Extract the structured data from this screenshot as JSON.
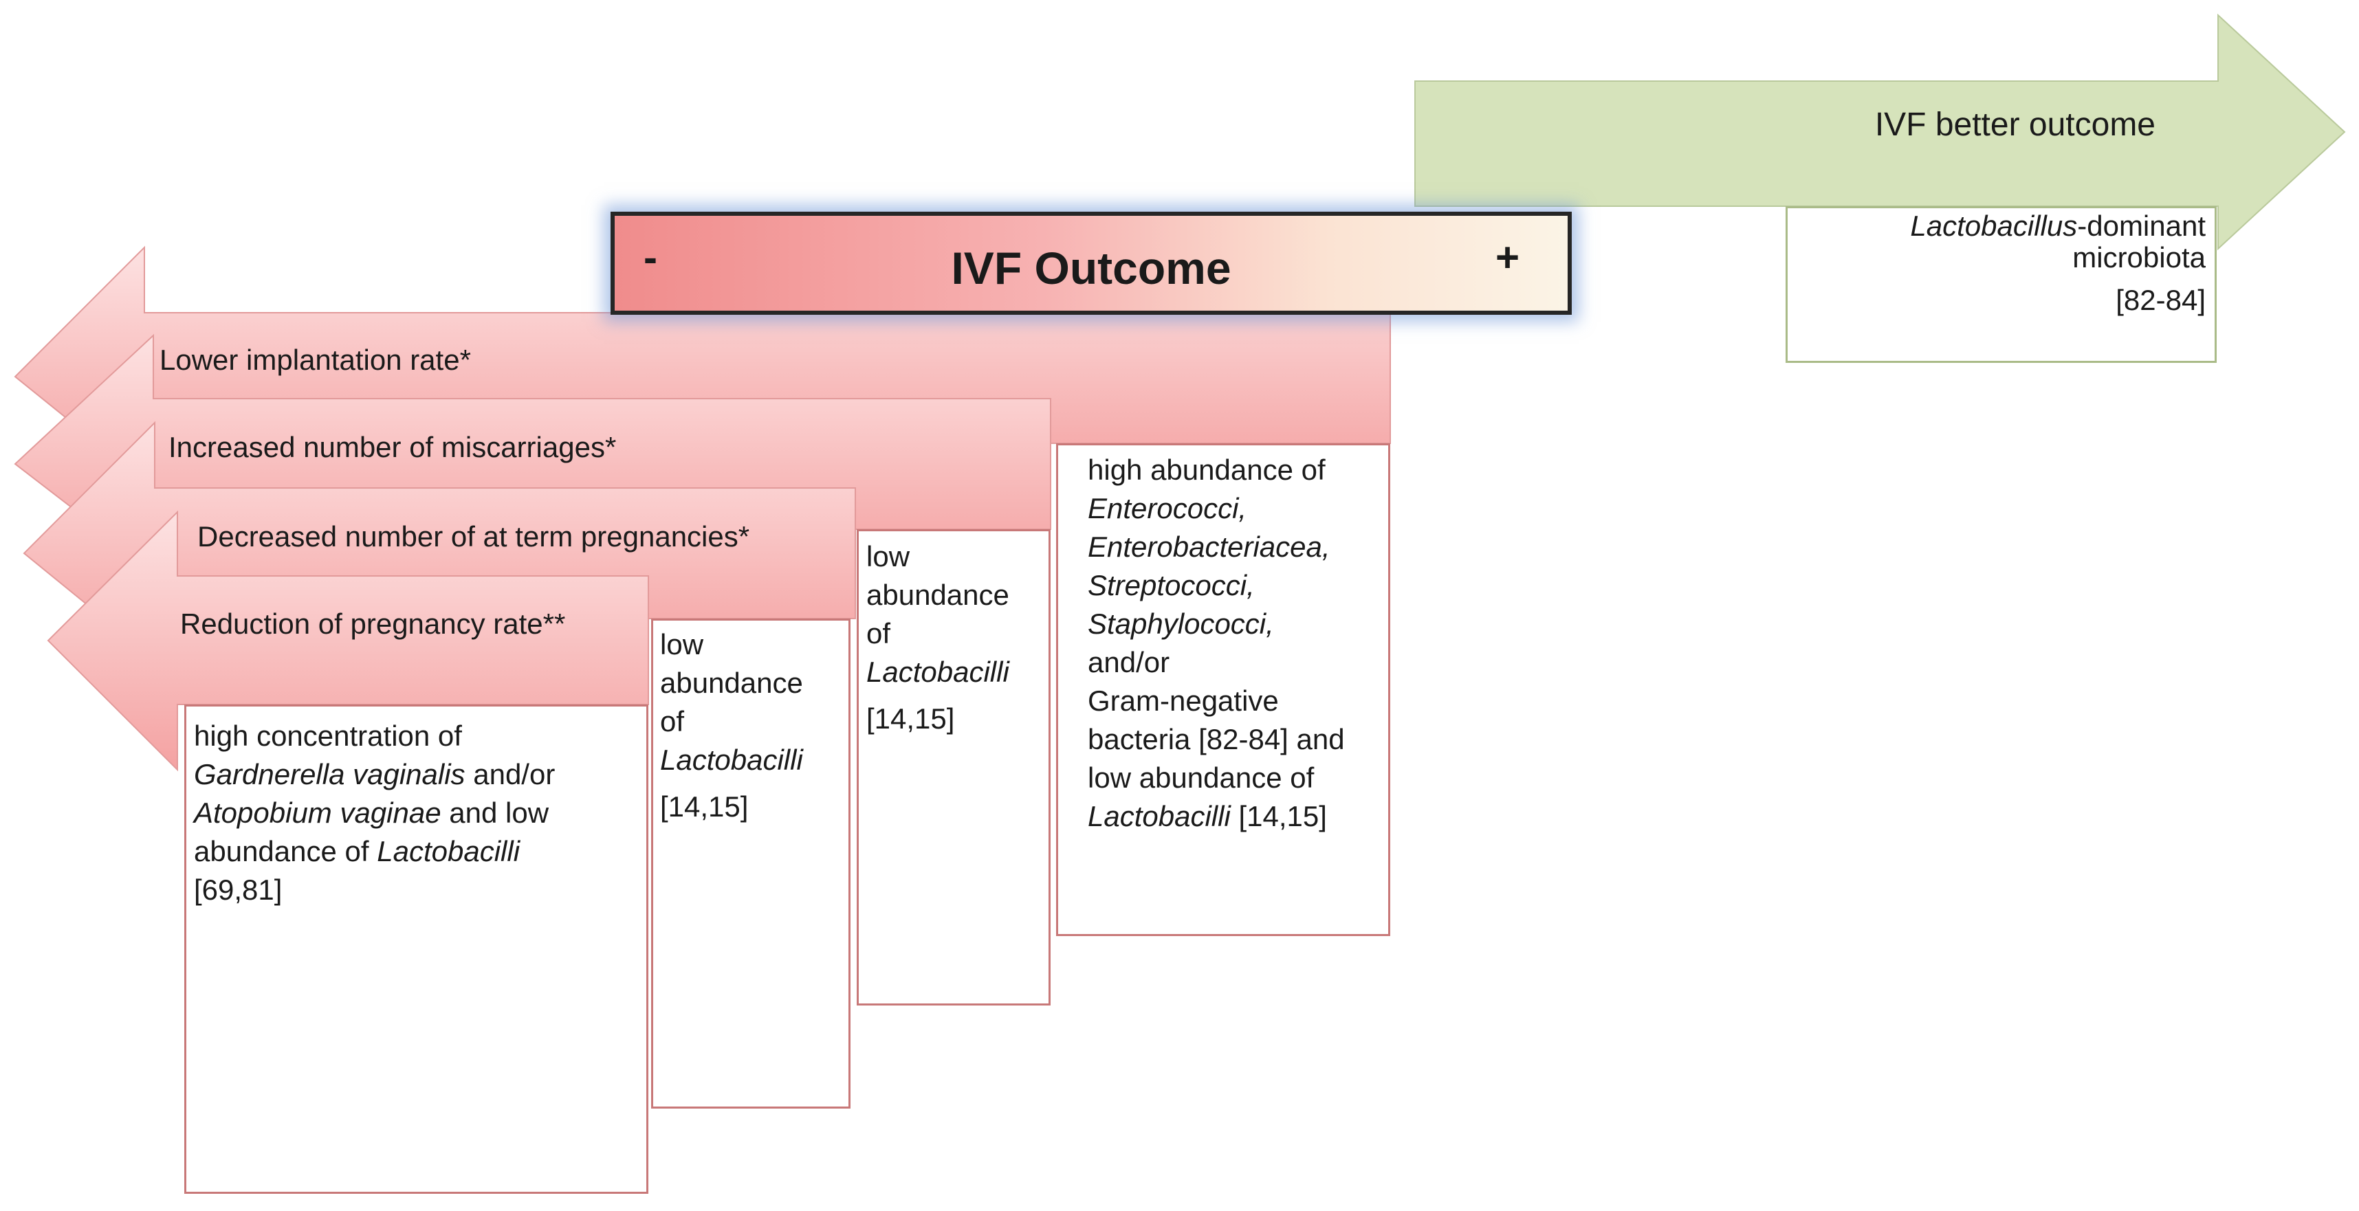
{
  "center_bar": {
    "minus": "-",
    "title": "IVF Outcome",
    "plus": "+"
  },
  "better_arrow": {
    "label": "IVF better outcome",
    "box": {
      "bold_italic": "Lactobacillus",
      "rest": "-dominant microbiota",
      "cite": "[82-84]"
    }
  },
  "arrows": [
    {
      "label": "Lower implantation rate*"
    },
    {
      "label": "Increased number of miscarriages*"
    },
    {
      "label": "Decreased number of at term pregnancies*"
    },
    {
      "label": "Reduction of pregnancy rate**"
    }
  ],
  "boxes": {
    "implantation": {
      "line1": "high abundance of",
      "i1": "Enterococci,",
      "i2": "Enterobacteriacea,",
      "i3": "Streptococci,",
      "i4": "Staphylococci,",
      "line2": "and/or",
      "line3": "Gram-negative",
      "line4": "bacteria [82-84] and",
      "line5": "low abundance of",
      "i5": "Lactobacilli",
      "cite": " [14,15]"
    },
    "miscarriages": {
      "line1": "low",
      "line2": "abundance",
      "line3": "of",
      "i1": "Lactobacilli",
      "cite": "[14,15]"
    },
    "term": {
      "line1": "low",
      "line2": "abundance",
      "line3": "of",
      "i1": "Lactobacilli",
      "cite": "[14,15]"
    },
    "pregnancy": {
      "line1": "high concentration of",
      "i1": "Gardnerella vaginalis",
      "t1": " and/or",
      "i2": "Atopobium vaginae",
      "t2": " and low",
      "t3": "abundance of ",
      "i3": "Lactobacilli",
      "cite": "[69,81]"
    }
  },
  "colors": {
    "red_arrow_top": "#fbd6d6",
    "red_arrow_bottom": "#f4a4a4",
    "green_arrow": "#d6e3bb",
    "text": "#1a1a1a"
  }
}
